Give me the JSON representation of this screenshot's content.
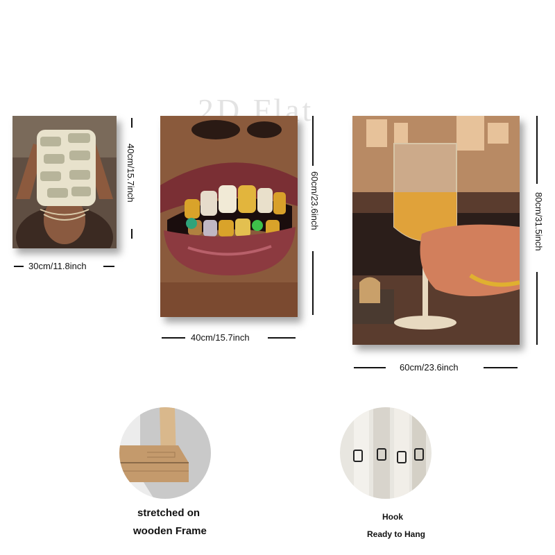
{
  "watermark": "2D Flat",
  "paintings": [
    {
      "name": "money-hands-painting",
      "width_label": "30cm/11.8inch",
      "height_label": "40cm/15.7inch"
    },
    {
      "name": "gold-grillz-lips-painting",
      "width_label": "40cm/15.7inch",
      "height_label": "60cm/23.6inch"
    },
    {
      "name": "wine-glass-hand-painting",
      "width_label": "60cm/23.6inch",
      "height_label": "80cm/31.5inch"
    }
  ],
  "features": {
    "frame": {
      "line1": "stretched on",
      "line2": "wooden Frame"
    },
    "hook": {
      "line1": "Hook",
      "line2": "Ready to Hang"
    }
  }
}
